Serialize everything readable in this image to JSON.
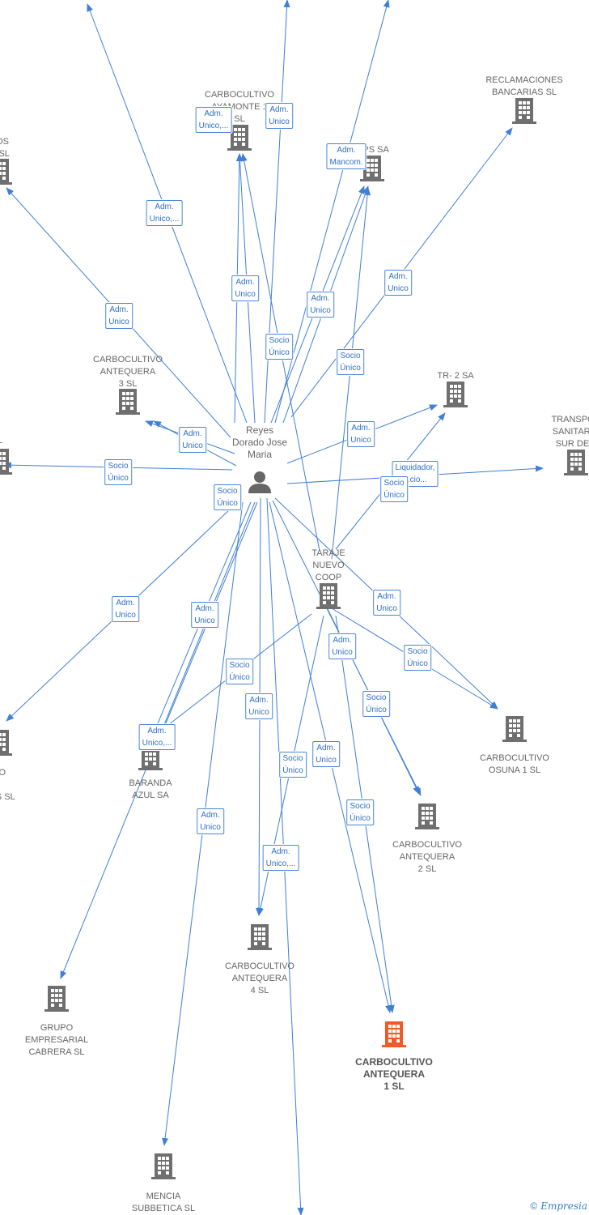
{
  "colors": {
    "edge": "#3f7fd6",
    "building": "#6f6f6f",
    "building_highlight": "#f05a28",
    "person": "#666666"
  },
  "person": {
    "name": "Reyes\nDorado Jose\nMaria",
    "icon": "person-icon"
  },
  "nodes": [
    {
      "id": "ayamonte",
      "label": "CARBOCULTIVO\nAYAMONTE 1\nSL",
      "icon": "building-icon"
    },
    {
      "id": "reclamaciones",
      "label": "RECLAMACIONES\nBANCARIAS SL",
      "icon": "building-icon"
    },
    {
      "id": "sa_top",
      "label": "...PS SA",
      "icon": "building-icon"
    },
    {
      "id": "left_top",
      "label": "LOS\nS SL",
      "icon": "building-icon"
    },
    {
      "id": "antequera3",
      "label": "CARBOCULTIVO\nANTEQUERA\n3 SL",
      "icon": "building-icon"
    },
    {
      "id": "tr2",
      "label": "TR- 2 SA",
      "icon": "building-icon"
    },
    {
      "id": "transpor",
      "label": "TRANSPOR\nSANITARIO\nSUR DE...",
      "icon": "building-icon"
    },
    {
      "id": "left_mid",
      "label": "L",
      "icon": "building-icon"
    },
    {
      "id": "taraje",
      "label": "TARAJE\nNUEVO\nCOOP",
      "icon": "building-icon"
    },
    {
      "id": "left_bottom",
      "label": "JO\n\nLES SL",
      "icon": "building-icon"
    },
    {
      "id": "baranda",
      "label": "BARANDA\nAZUL SA",
      "icon": "building-icon"
    },
    {
      "id": "osuna1",
      "label": "CARBOCULTIVO\nOSUNA 1 SL",
      "icon": "building-icon"
    },
    {
      "id": "antequera2",
      "label": "CARBOCULTIVO\nANTEQUERA\n2 SL",
      "icon": "building-icon"
    },
    {
      "id": "antequera4",
      "label": "CARBOCULTIVO\nANTEQUERA\n4 SL",
      "icon": "building-icon"
    },
    {
      "id": "grupo",
      "label": "GRUPO\nEMPRESARIAL\nCABRERA SL",
      "icon": "building-icon"
    },
    {
      "id": "antequera1",
      "label": "CARBOCULTIVO\nANTEQUERA\n1 SL",
      "icon": "building-icon",
      "highlight": true
    },
    {
      "id": "mencia",
      "label": "MENCIA\nSUBBETICA SL",
      "icon": "building-icon"
    }
  ],
  "edge_labels": [
    "Adm.\nUnico,...",
    "Adm.\nUnico",
    "Adm.\nMancom.",
    "Adm.\nUnico,...",
    "Adm.\nUnico",
    "Adm.\nUnico",
    "Adm.\nUnico",
    "Adm.\nUnico",
    "Socio\nÚnico",
    "Socio\nÚnico",
    "Adm.\nUnico",
    "Adm.\nUnico",
    "Socio\nÚnico",
    "Socio\nÚnico",
    "Liquidador,\n...cio...",
    "Socio\nÚnico",
    "Adm.\nUnico",
    "Adm.\nUnico",
    "Adm.\nUnico",
    "Adm.\nUnico",
    "Socio\nÚnico",
    "Socio\nÚnico",
    "Adm.\nUnico",
    "Socio\nÚnico",
    "Adm.\nUnico,...",
    "Socio\nÚnico",
    "Adm.\nUnico",
    "Socio\nÚnico",
    "Adm.\nUnico",
    "Adm.\nUnico,..."
  ],
  "footer": {
    "copyright": "©",
    "brand": "Empresia"
  }
}
